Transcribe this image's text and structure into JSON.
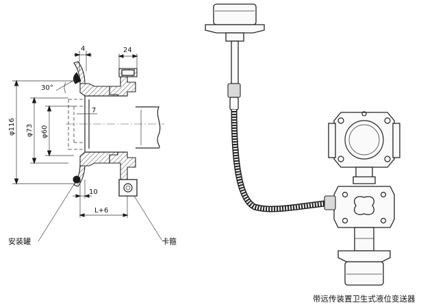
{
  "dimensions": {
    "top_small": "4",
    "top_right": "24",
    "angle": "30°",
    "d116": "φ116",
    "d73": "φ73",
    "d60": "φ60",
    "seven": "7",
    "ten": "10",
    "length": "L+6"
  },
  "labels": {
    "tank": "安装罐",
    "clamp": "卡箍"
  },
  "caption": "带远传装置卫生式液位变送器"
}
